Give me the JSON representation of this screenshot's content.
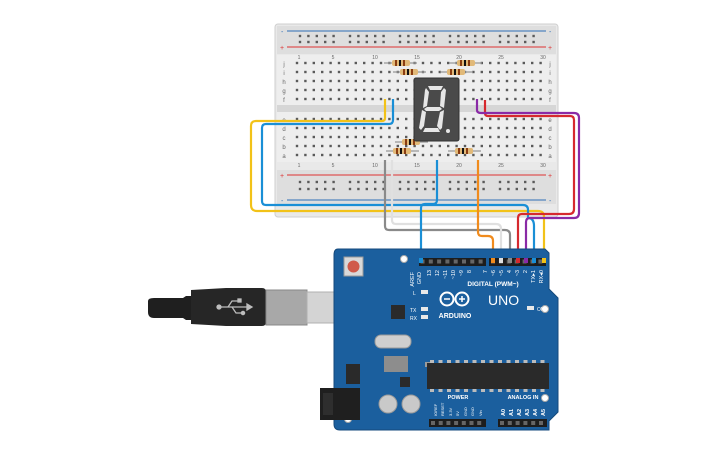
{
  "breadboard": {
    "columns_top": [
      "1",
      "5",
      "10",
      "15",
      "20",
      "25",
      "30"
    ],
    "rows_top": [
      "j",
      "i",
      "h",
      "g",
      "f"
    ],
    "rows_bottom": [
      "e",
      "d",
      "c",
      "b",
      "a"
    ],
    "rail_plus": "+",
    "rail_minus": "-"
  },
  "display": {
    "digit": "8"
  },
  "arduino": {
    "brand": "ARDUINO",
    "model": "UNO",
    "header_digital": "DIGITAL (PWM~)",
    "header_power": "POWER",
    "header_analog": "ANALOG IN",
    "label_aref": "AREF",
    "label_gnd": "GND",
    "digital_pins": [
      "13",
      "12",
      "~11",
      "~10",
      "~9",
      "8",
      "7",
      "~6",
      "~5",
      "4",
      "~3",
      "2",
      "TX▸1",
      "RX◂0"
    ],
    "power_pins": [
      "IOREF",
      "RESET",
      "3.3V",
      "5V",
      "GND",
      "GND",
      "Vin"
    ],
    "analog_pins": [
      "A0",
      "A1",
      "A2",
      "A3",
      "A4",
      "A5"
    ],
    "led_l": "L",
    "led_tx": "TX",
    "led_rx": "RX",
    "led_on": "ON"
  },
  "colors": {
    "board": "#1b5f9e",
    "wire_yellow": "#f2c218",
    "wire_blue": "#1a8fd6",
    "wire_orange": "#f08b1d",
    "wire_red": "#d6292e",
    "wire_purple": "#8a2aa6",
    "wire_white": "#e6e6e6",
    "wire_gray": "#8a8a8a"
  },
  "icons": [
    "usb-symbol-icon",
    "arduino-infinity-logo-icon"
  ]
}
